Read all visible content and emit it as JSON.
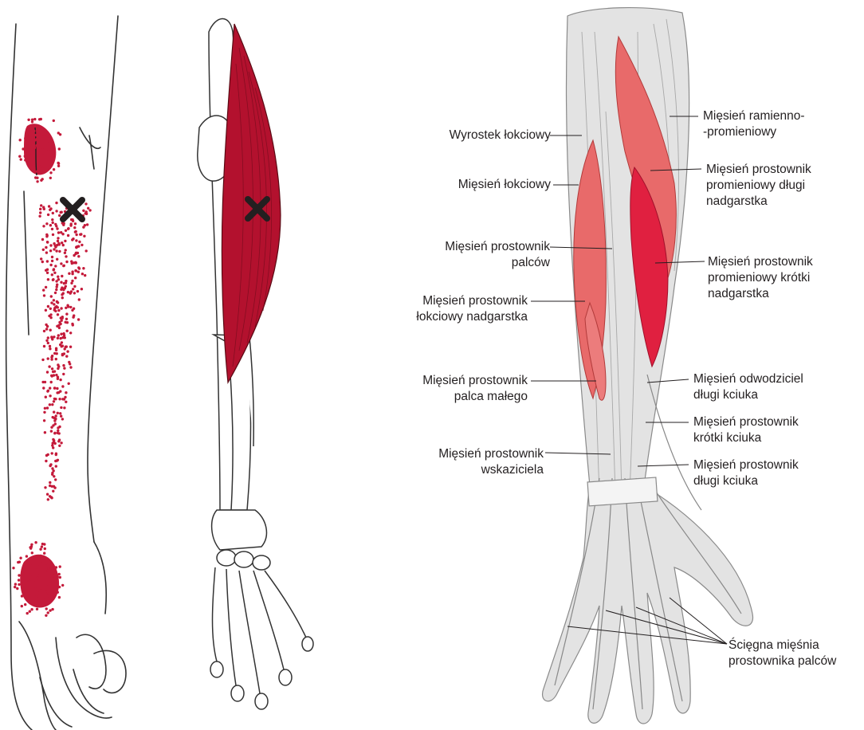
{
  "colors": {
    "muscle_red": "#b3112e",
    "muscle_light": "#e86a6a",
    "muscle_bright": "#e02040",
    "pain_dot": "#c41a3a",
    "marker": "#231f20",
    "line": "#231f20",
    "bone": "#ffffff"
  },
  "panels": {
    "pain_map": {
      "marker_icon": "x-mark-icon"
    },
    "muscle_view": {
      "marker_icon": "x-mark-icon"
    }
  },
  "labels": {
    "olecranon": {
      "lines": [
        "Wyrostek łokciowy"
      ]
    },
    "anconeus": {
      "lines": [
        "Mięsień łokciowy"
      ]
    },
    "ext_digitorum": {
      "lines": [
        "Mięsień prostownik",
        "palców"
      ]
    },
    "ext_carpi_ulnaris": {
      "lines": [
        "Mięsień prostownik",
        "łokciowy nadgarstka"
      ]
    },
    "ext_digiti_minimi": {
      "lines": [
        "Mięsień prostownik",
        "palca małego"
      ]
    },
    "ext_indicis": {
      "lines": [
        "Mięsień prostownik",
        "wskaziciela"
      ]
    },
    "brachioradialis": {
      "lines": [
        "Mięsień ramienno-",
        "-promieniowy"
      ]
    },
    "ecr_longus": {
      "lines": [
        "Mięsień prostownik",
        "promieniowy długi",
        "nadgarstka"
      ]
    },
    "ecr_brevis": {
      "lines": [
        "Mięsień prostownik",
        "promieniowy krótki",
        "nadgarstka"
      ]
    },
    "abd_poll_longus": {
      "lines": [
        "Mięsień odwodziciel",
        "długi kciuka"
      ]
    },
    "ext_poll_brevis": {
      "lines": [
        "Mięsień prostownik",
        "krótki kciuka"
      ]
    },
    "ext_poll_longus": {
      "lines": [
        "Mięsień prostownik",
        "długi kciuka"
      ]
    },
    "ext_tendons": {
      "lines": [
        "Ścięgna mięśnia",
        "prostownika palców"
      ]
    }
  }
}
